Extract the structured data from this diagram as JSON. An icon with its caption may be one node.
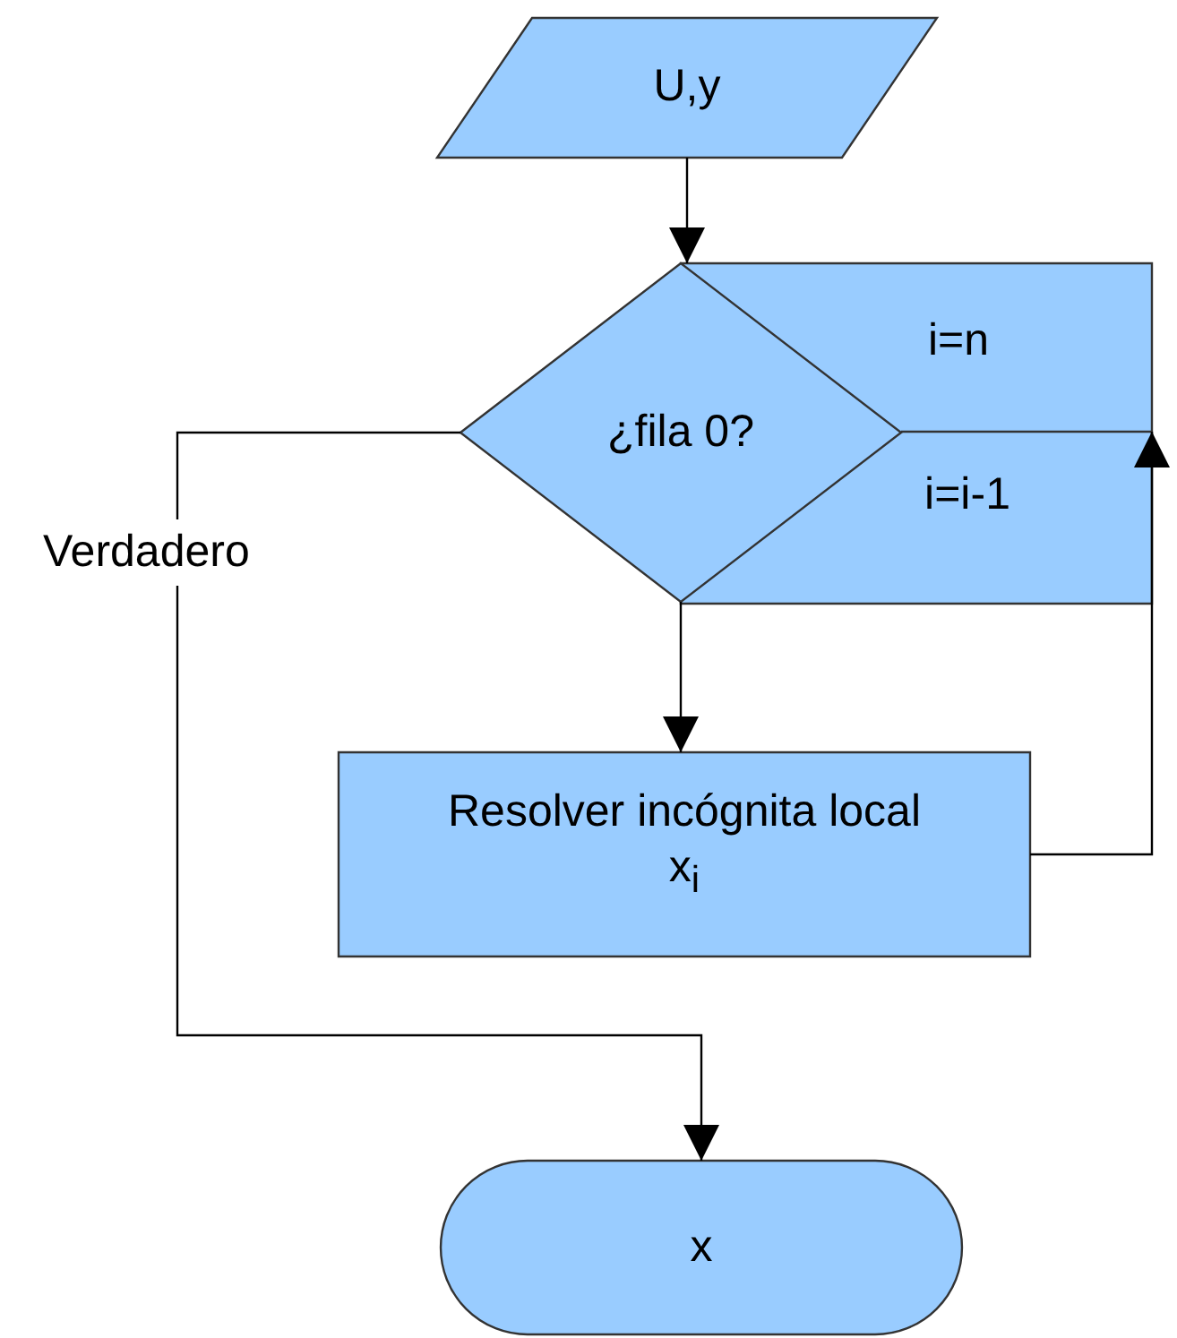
{
  "diagram": {
    "nodes": [
      {
        "text": [
          "U,y"
        ]
      },
      {
        "text": [
          "¿fila 0?"
        ]
      },
      {
        "text": [
          "i=n",
          "i=i-1"
        ]
      },
      {
        "text": [
          "Resolver incógnita local x$_{i}$"
        ]
      },
      {
        "text": [
          "x"
        ]
      }
    ],
    "edges": [
      {
        "from": 0,
        "to": 1,
        "arrow": "to"
      },
      {
        "from": 1,
        "to": 3,
        "arrow": "to"
      },
      {
        "from": 3,
        "to": 2,
        "arrow": "to"
      },
      {
        "from": 1,
        "to": 4,
        "arrow": "to",
        "label": "Verdadero"
      }
    ]
  }
}
